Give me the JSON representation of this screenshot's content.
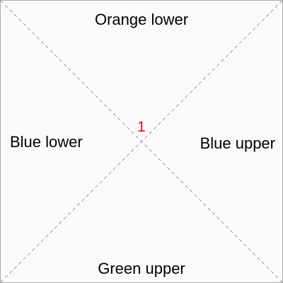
{
  "regions": {
    "top": "Orange lower",
    "left": "Blue lower",
    "right": "Blue upper",
    "bottom": "Green upper"
  },
  "center_marker": {
    "text": "1",
    "color": "#ff0000"
  },
  "colors": {
    "diagonal": "#999999",
    "background": "#fafafa",
    "border": "#aaaaaa"
  }
}
